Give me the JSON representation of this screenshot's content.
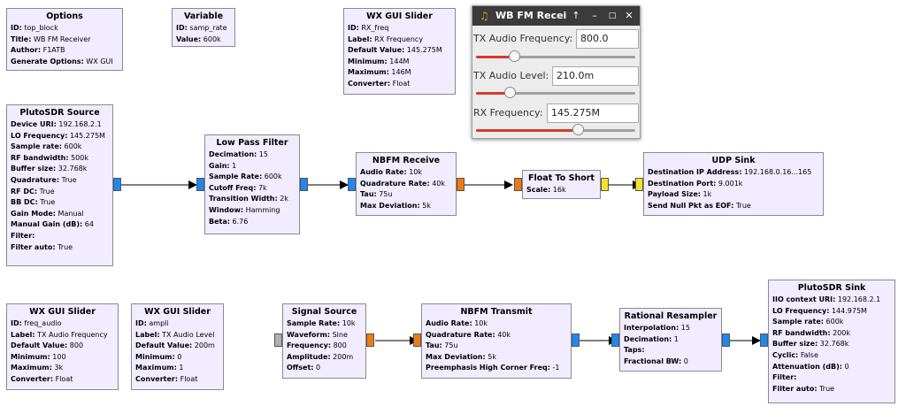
{
  "blocks": {
    "options": {
      "title": "Options",
      "rows": [
        [
          "ID:",
          "top_block"
        ],
        [
          "Title:",
          "WB FM Receiver"
        ],
        [
          "Author:",
          "F1ATB"
        ],
        [
          "Generate Options:",
          "WX GUI"
        ]
      ]
    },
    "variable": {
      "title": "Variable",
      "rows": [
        [
          "ID:",
          "samp_rate"
        ],
        [
          "Value:",
          "600k"
        ]
      ]
    },
    "wx_slider_rx": {
      "title": "WX GUI Slider",
      "rows": [
        [
          "ID:",
          "RX_freq"
        ],
        [
          "Label:",
          "RX Frequency"
        ],
        [
          "Default Value:",
          "145.275M"
        ],
        [
          "Minimum:",
          "144M"
        ],
        [
          "Maximum:",
          "146M"
        ],
        [
          "Converter:",
          "Float"
        ]
      ]
    },
    "pluto_source": {
      "title": "PlutoSDR Source",
      "rows": [
        [
          "Device URI:",
          "192.168.2.1"
        ],
        [
          "LO Frequency:",
          "145.275M"
        ],
        [
          "Sample rate:",
          "600k"
        ],
        [
          "RF bandwidth:",
          "500k"
        ],
        [
          "Buffer size:",
          "32.768k"
        ],
        [
          "Quadrature:",
          "True"
        ],
        [
          "RF DC:",
          "True"
        ],
        [
          "BB DC:",
          "True"
        ],
        [
          "Gain Mode:",
          "Manual"
        ],
        [
          "Manual Gain (dB):",
          "64"
        ],
        [
          "Filter:",
          ""
        ],
        [
          "Filter auto:",
          "True"
        ]
      ]
    },
    "low_pass": {
      "title": "Low Pass Filter",
      "rows": [
        [
          "Decimation:",
          "15"
        ],
        [
          "Gain:",
          "1"
        ],
        [
          "Sample Rate:",
          "600k"
        ],
        [
          "Cutoff Freq:",
          "7k"
        ],
        [
          "Transition Width:",
          "2k"
        ],
        [
          "Window:",
          "Hamming"
        ],
        [
          "Beta:",
          "6.76"
        ]
      ]
    },
    "nbfm_receive": {
      "title": "NBFM Receive",
      "rows": [
        [
          "Audio Rate:",
          "10k"
        ],
        [
          "Quadrature Rate:",
          "40k"
        ],
        [
          "Tau:",
          "75u"
        ],
        [
          "Max Deviation:",
          "5k"
        ]
      ]
    },
    "float_to_short": {
      "title": "Float To Short",
      "rows": [
        [
          "Scale:",
          "16k"
        ]
      ]
    },
    "udp_sink": {
      "title": "UDP Sink",
      "rows": [
        [
          "Destination IP Address:",
          "192.168.0.16...165"
        ],
        [
          "Destination Port:",
          "9.001k"
        ],
        [
          "Payload Size:",
          "1k"
        ],
        [
          "Send Null Pkt as EOF:",
          "True"
        ]
      ]
    },
    "wx_slider_audio": {
      "title": "WX GUI Slider",
      "rows": [
        [
          "ID:",
          "freq_audio"
        ],
        [
          "Label:",
          "TX Audio Frequency"
        ],
        [
          "Default Value:",
          "800"
        ],
        [
          "Minimum:",
          "100"
        ],
        [
          "Maximum:",
          "3k"
        ],
        [
          "Converter:",
          "Float"
        ]
      ]
    },
    "wx_slider_ampli": {
      "title": "WX GUI Slider",
      "rows": [
        [
          "ID:",
          "ampli"
        ],
        [
          "Label:",
          "TX Audio Level"
        ],
        [
          "Default Value:",
          "200m"
        ],
        [
          "Minimum:",
          "0"
        ],
        [
          "Maximum:",
          "1"
        ],
        [
          "Converter:",
          "Float"
        ]
      ]
    },
    "signal_source": {
      "title": "Signal Source",
      "rows": [
        [
          "Sample Rate:",
          "10k"
        ],
        [
          "Waveform:",
          "Sine"
        ],
        [
          "Frequency:",
          "800"
        ],
        [
          "Amplitude:",
          "200m"
        ],
        [
          "Offset:",
          "0"
        ]
      ]
    },
    "nbfm_transmit": {
      "title": "NBFM Transmit",
      "rows": [
        [
          "Audio Rate:",
          "10k"
        ],
        [
          "Quadrature Rate:",
          "40k"
        ],
        [
          "Tau:",
          "75u"
        ],
        [
          "Max Deviation:",
          "5k"
        ],
        [
          "Preemphasis High Corner Freq:",
          "-1"
        ]
      ]
    },
    "rational_resampler": {
      "title": "Rational Resampler",
      "rows": [
        [
          "Interpolation:",
          "15"
        ],
        [
          "Decimation:",
          "1"
        ],
        [
          "Taps:",
          ""
        ],
        [
          "Fractional BW:",
          "0"
        ]
      ]
    },
    "pluto_sink": {
      "title": "PlutoSDR Sink",
      "rows": [
        [
          "IIO context URI:",
          "192.168.2.1"
        ],
        [
          "LO Frequency:",
          "144.975M"
        ],
        [
          "Sample rate:",
          "600k"
        ],
        [
          "RF bandwidth:",
          "200k"
        ],
        [
          "Buffer size:",
          "32.768k"
        ],
        [
          "Cyclic:",
          "False"
        ],
        [
          "Attenuation (dB):",
          "0"
        ],
        [
          "Filter:",
          ""
        ],
        [
          "Filter auto:",
          "True"
        ]
      ]
    }
  },
  "window": {
    "title": "WB FM Recei",
    "icons": [
      "app-icon",
      "up-arrow-icon",
      "minimize-icon",
      "maximize-icon",
      "close-icon"
    ],
    "fields": [
      {
        "label": "TX Audio Frequency:",
        "value": "800.0",
        "level": 0.24
      },
      {
        "label": "TX Audio Level:",
        "value": "210.0m",
        "level": 0.21
      },
      {
        "label": "RX Frequency:",
        "value": "145.275M",
        "level": 0.64
      }
    ]
  },
  "colors": {
    "block_bg": "#f1ecff",
    "port_complex": "#1e88f0",
    "port_float": "#ee7b12",
    "port_short": "#f5e12c",
    "slider_fill": "#d83a2a"
  }
}
